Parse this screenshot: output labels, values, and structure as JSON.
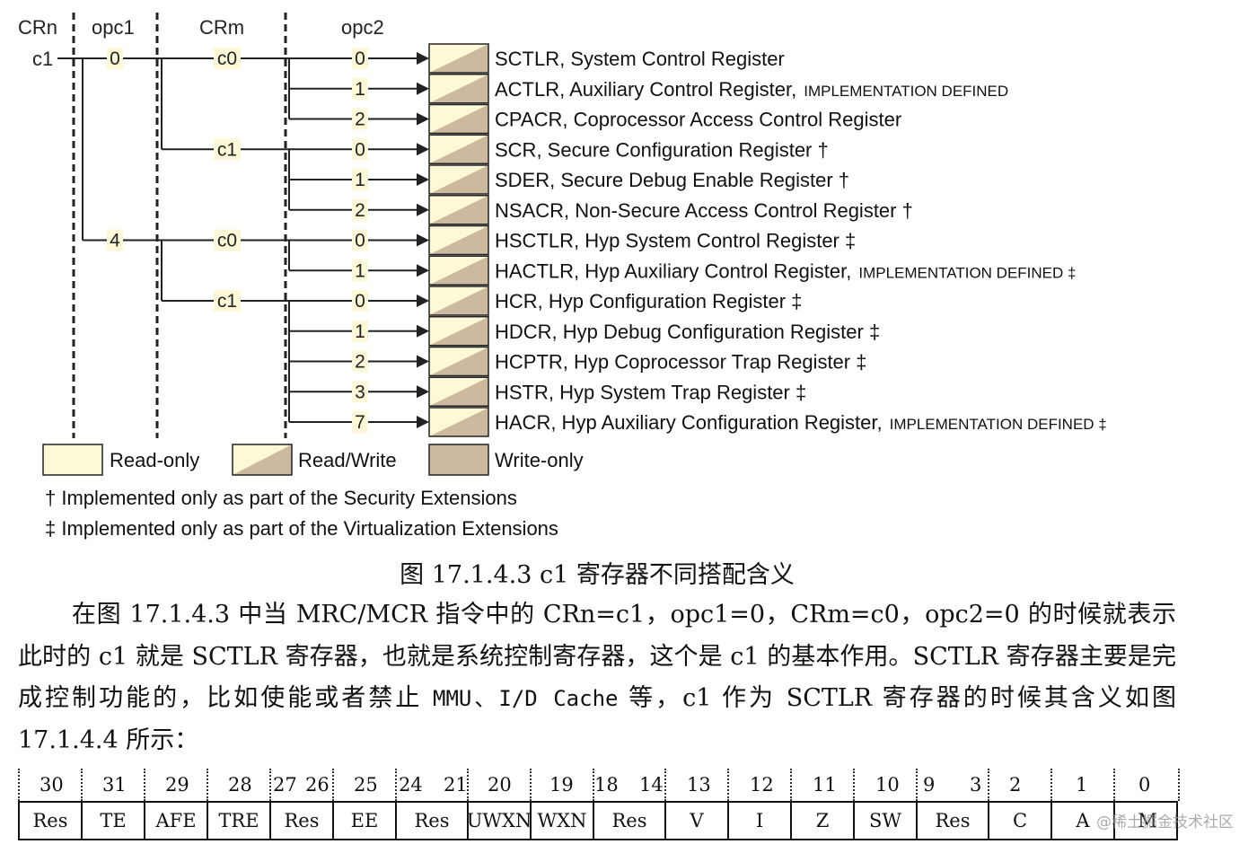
{
  "diagram": {
    "headers": {
      "crn": "CRn",
      "opc1": "opc1",
      "crm": "CRm",
      "opc2": "opc2"
    },
    "crn_value": "c1",
    "opc1_values": [
      "0",
      "4"
    ],
    "crm_values": [
      "c0",
      "c1",
      "c0",
      "c1"
    ],
    "registers": [
      {
        "opc2": "0",
        "name": "SCTLR, System Control Register",
        "suffix": ""
      },
      {
        "opc2": "1",
        "name": "ACTLR, Auxiliary Control Register,",
        "suffix": "IMPLEMENTATION DEFINED"
      },
      {
        "opc2": "2",
        "name": "CPACR, Coprocessor Access Control Register",
        "suffix": ""
      },
      {
        "opc2": "0",
        "name": "SCR, Secure Configuration Register †",
        "suffix": ""
      },
      {
        "opc2": "1",
        "name": "SDER, Secure Debug Enable Register †",
        "suffix": ""
      },
      {
        "opc2": "2",
        "name": "NSACR, Non-Secure Access Control Register †",
        "suffix": ""
      },
      {
        "opc2": "0",
        "name": "HSCTLR, Hyp System Control Register ‡",
        "suffix": ""
      },
      {
        "opc2": "1",
        "name": "HACTLR, Hyp Auxiliary Control Register,",
        "suffix": "IMPLEMENTATION DEFINED ‡"
      },
      {
        "opc2": "0",
        "name": "HCR, Hyp Configuration Register ‡",
        "suffix": ""
      },
      {
        "opc2": "1",
        "name": "HDCR, Hyp Debug Configuration Register ‡",
        "suffix": ""
      },
      {
        "opc2": "2",
        "name": "HCPTR, Hyp Coprocessor Trap Register ‡",
        "suffix": ""
      },
      {
        "opc2": "3",
        "name": "HSTR, Hyp System Trap Register ‡",
        "suffix": ""
      },
      {
        "opc2": "7",
        "name": "HACR, Hyp Auxiliary Configuration Register,",
        "suffix": "IMPLEMENTATION DEFINED ‡"
      }
    ],
    "legend": {
      "read_only": "Read-only",
      "read_write": "Read/Write",
      "write_only": "Write-only"
    },
    "notes": [
      "† Implemented only as part of the Security Extensions",
      "‡ Implemented only as part of the Virtualization Extensions"
    ],
    "colors": {
      "read_only": "#fdf9d8",
      "write_only": "#cdb9a0",
      "line": "#222222"
    }
  },
  "caption": "图 17.1.4.3    c1 寄存器不同搭配含义",
  "paragraph": {
    "part1": "在图 17.1.4.3 中当 MRC/MCR 指令中的 CRn=c1，opc1=0，CRm=c0，opc2=0 的时候就表示此时的 c1 就是 SCTLR 寄存器，也就是系统控制寄存器，这个是 c1 的基本作用。SCTLR 寄存器主要是完成控制功能的，比如使能或者禁止 ",
    "mono": "MMU、I/D Cache",
    "part2": " 等，c1 作为 SCTLR 寄存器的时候其含义如图 17.1.4.4 所示："
  },
  "bit_table": {
    "bits": [
      "30",
      "31",
      "29",
      "28",
      "27",
      "26",
      "25",
      "24",
      "21",
      "20",
      "19",
      "18",
      "14",
      "13",
      "12",
      "11",
      "10",
      "9",
      "3",
      "2",
      "1",
      "0"
    ],
    "fields": [
      "Res",
      "TE",
      "AFE",
      "TRE",
      "Res",
      "EE",
      "Res",
      "UWXN",
      "WXN",
      "Res",
      "V",
      "I",
      "Z",
      "SW",
      "Res",
      "C",
      "A",
      "M"
    ]
  },
  "watermark": "@稀土掘金技术社区"
}
